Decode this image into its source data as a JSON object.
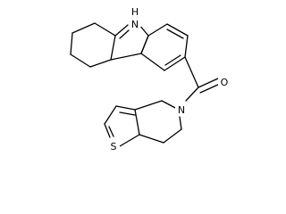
{
  "molecule": {
    "atoms": {
      "nh": "N",
      "nh_h": "H",
      "n_amide": "N",
      "o": "O",
      "s": "S"
    }
  }
}
